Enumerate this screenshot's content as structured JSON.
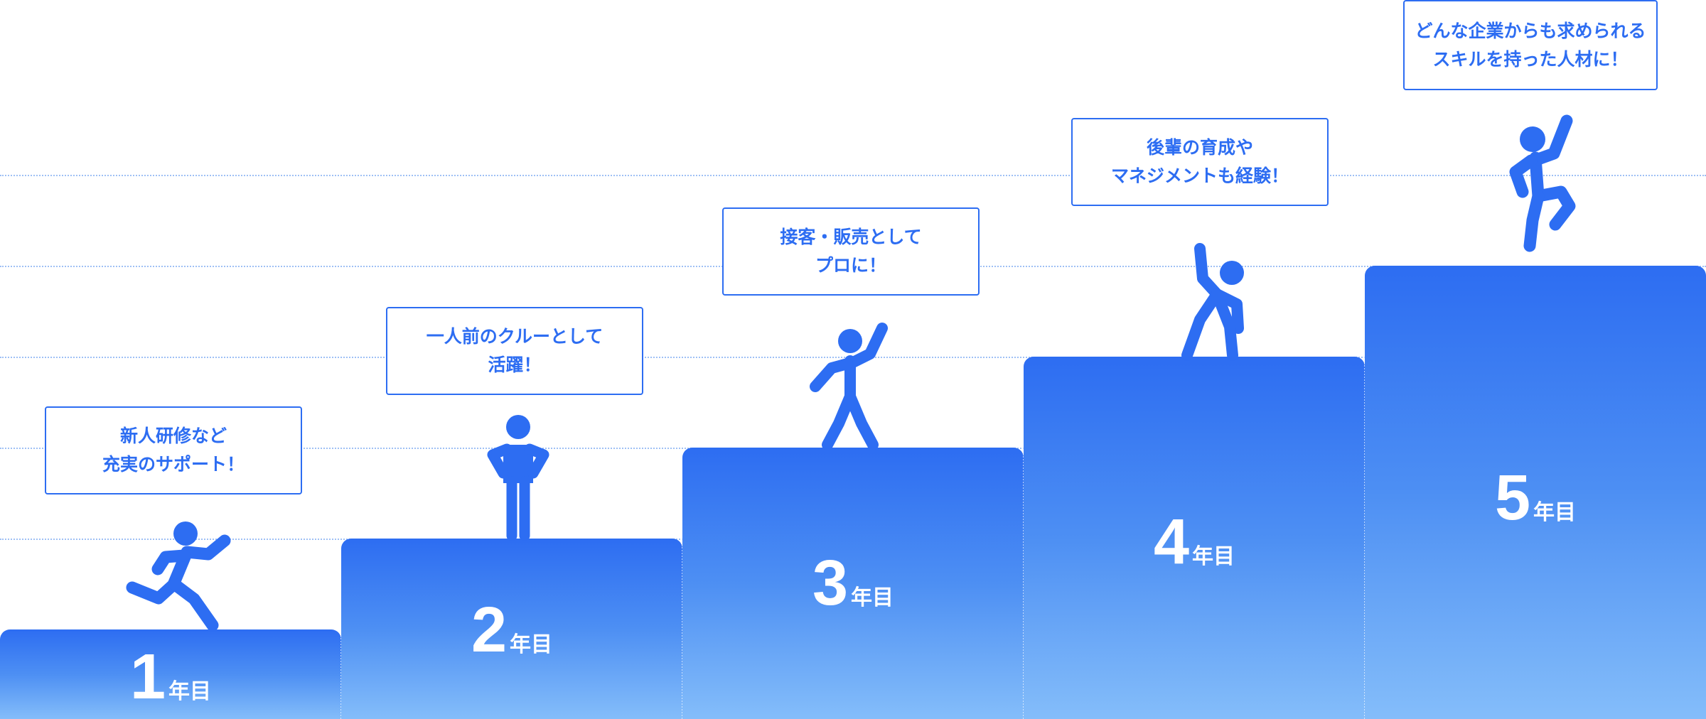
{
  "steps": [
    {
      "number": "1",
      "suffix": "年目",
      "bubble_lines": [
        "新人研修など",
        "充実のサポート！"
      ],
      "figure_icon": "running-person-icon"
    },
    {
      "number": "2",
      "suffix": "年目",
      "bubble_lines": [
        "一人前のクルーとして",
        "活躍！"
      ],
      "figure_icon": "standing-person-icon"
    },
    {
      "number": "3",
      "suffix": "年目",
      "bubble_lines": [
        "接客・販売として",
        "プロに！"
      ],
      "figure_icon": "waving-person-icon"
    },
    {
      "number": "4",
      "suffix": "年目",
      "bubble_lines": [
        "後輩の育成や",
        "マネジメントも経験！"
      ],
      "figure_icon": "stretching-person-icon"
    },
    {
      "number": "5",
      "suffix": "年目",
      "bubble_lines": [
        "どんな企業からも求められる",
        "スキルを持った人材に！"
      ],
      "figure_icon": "jumping-person-icon"
    }
  ],
  "colors": {
    "accent": "#2d6df2",
    "step_top": "#2d6df2",
    "step_bottom": "#84bdfa",
    "guide_line": "#9fc0f5",
    "label_text": "#ffffff"
  }
}
